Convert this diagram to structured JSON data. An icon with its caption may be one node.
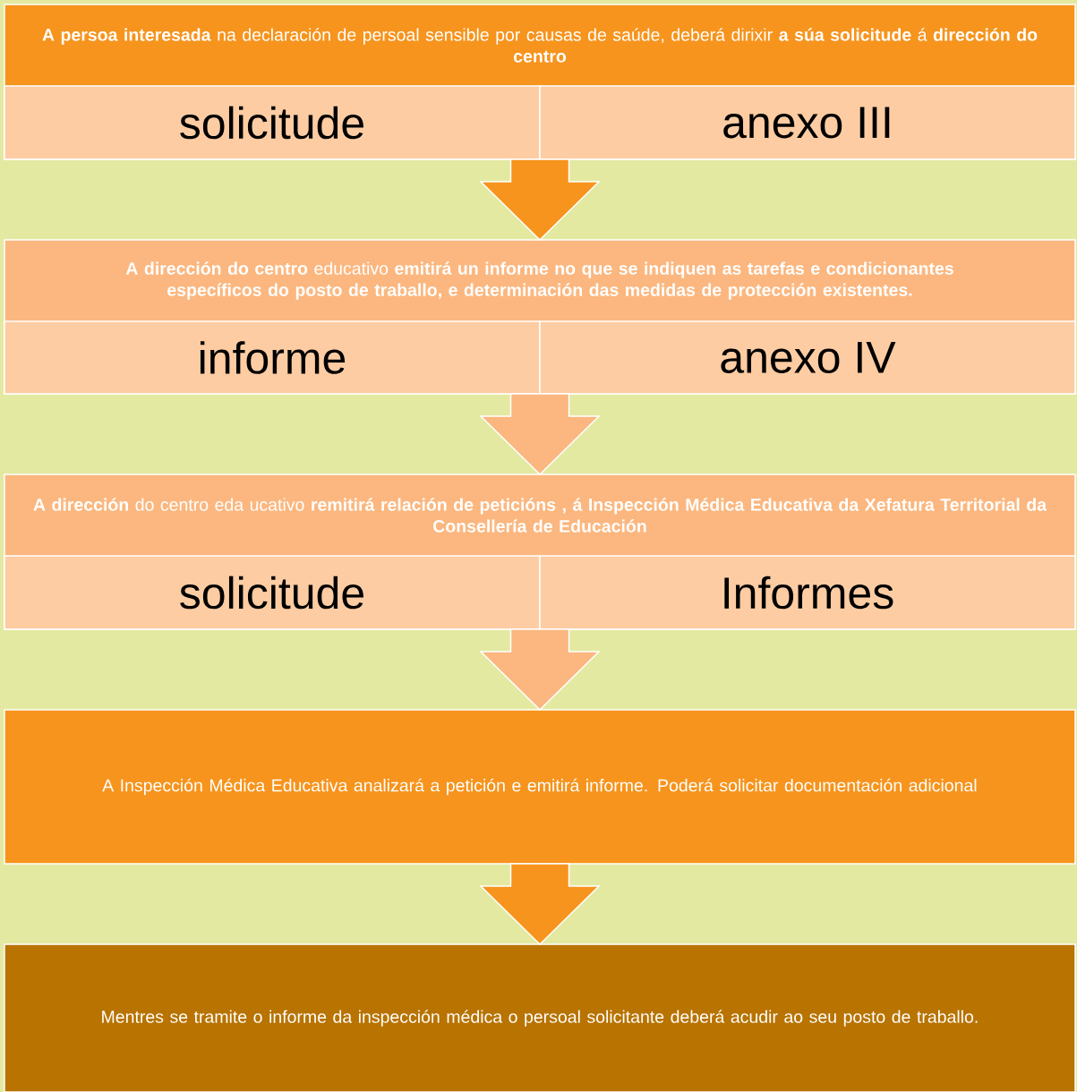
{
  "diagram": {
    "nodes": [
      {
        "text": [
          "**A persoa interesada** na declaración de persoal sensible por causas de saúde, deberá dirixir **a súa solicitude** á **dirección do centro**"
        ]
      },
      {
        "text": [
          "solicitude"
        ],
        "in": 0
      },
      {
        "text": [
          "anexo III"
        ],
        "in": 0
      },
      {
        "text": [
          "**A dirección do centro** educativo **emitirá un informe no que se indiquen as tarefas e condicionantes específicos do posto de traballo, e determinación das medidas de protección existentes.**"
        ]
      },
      {
        "text": [
          "informe"
        ],
        "in": 3
      },
      {
        "text": [
          "anexo IV"
        ],
        "in": 3
      },
      {
        "text": [
          "**A dirección** do centro eda ucativo **remitirá relación de peticións , á Inspección Médica Educativa da Xefatura Territorial da Consellería de Educación**"
        ]
      },
      {
        "text": [
          "solicitude"
        ],
        "in": 6
      },
      {
        "text": [
          "Informes"
        ],
        "in": 6
      },
      {
        "text": [
          "A Inspección Médica Educativa analizará a petición e emitirá informe. Poderá solicitar documentación adicional"
        ]
      },
      {
        "text": [
          "Mentres se tramite o informe da inspección médica o persoal solicitante deberá acudir ao seu posto de traballo."
        ]
      }
    ],
    "edges": [
      {
        "from": 0,
        "to": 3,
        "arrow": "to",
        "color": "#f7941d"
      },
      {
        "from": 3,
        "to": 6,
        "arrow": "to",
        "color": "#fbb77f"
      },
      {
        "from": 6,
        "to": 9,
        "arrow": "to",
        "color": "#fbb77f"
      },
      {
        "from": 9,
        "to": 10,
        "arrow": "to",
        "color": "#f7941d"
      }
    ]
  }
}
